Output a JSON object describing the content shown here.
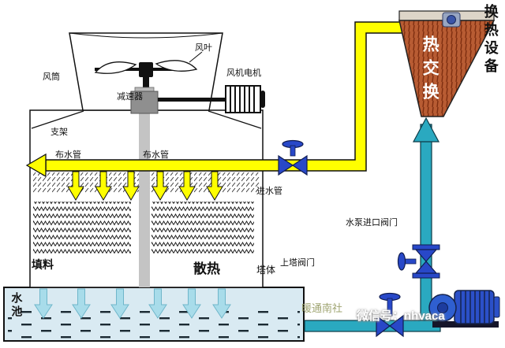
{
  "labels": {
    "fan_blade": "风叶",
    "fan_cylinder": "风筒",
    "fan_motor": "风机电机",
    "reducer": "减速器",
    "support_frame": "支架",
    "dist_pipe_left": "布水管",
    "dist_pipe_right": "布水管",
    "inlet_pipe": "进水管",
    "pump_inlet_valve": "水泵进口阀门",
    "up_tower_valve": "上塔阀门",
    "fill_material": "填料",
    "heat_dissipation": "散热",
    "tower_body": "塔体",
    "water_pool": "水池"
  },
  "heat_exchanger": {
    "side_label": "换热设备",
    "inner_label": "热交换"
  },
  "watermark": {
    "brand": "暖通南社",
    "wechat_id": "微信号：nhvaca"
  },
  "colors": {
    "hot_pipe": "#ffff00",
    "cold_pipe": "#2aa9c0",
    "valve_blue": "#2848c8",
    "exchanger_red": "#b85c33",
    "basin_water": "#d9eaf2",
    "basin_arrow": "#a8dcea",
    "pump_blue": "#2b50c8"
  }
}
